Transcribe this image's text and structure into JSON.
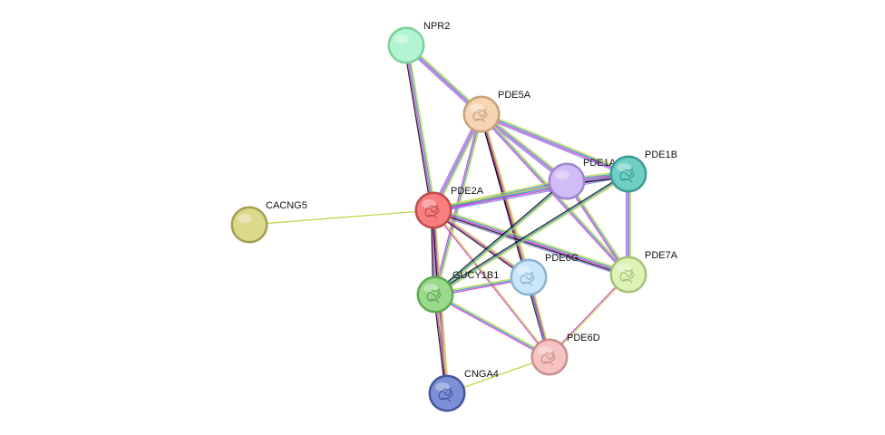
{
  "graph": {
    "nodes": [
      {
        "id": "NPR2",
        "label": "NPR2",
        "color": "#b3f5d2",
        "stroke": "#7fcf9f",
        "structure": false
      },
      {
        "id": "PDE5A",
        "label": "PDE5A",
        "color": "#f6d6b2",
        "stroke": "#c8a07a",
        "structure": true
      },
      {
        "id": "PDE1A",
        "label": "PDE1A",
        "color": "#d2bcf5",
        "stroke": "#9e86cf",
        "structure": false
      },
      {
        "id": "PDE1B",
        "label": "PDE1B",
        "color": "#6fcfc4",
        "stroke": "#3a9c91",
        "structure": true
      },
      {
        "id": "CACNG5",
        "label": "CACNG5",
        "color": "#dcd98c",
        "stroke": "#a39e52",
        "structure": false
      },
      {
        "id": "PDE2A",
        "label": "PDE2A",
        "color": "#f77f7f",
        "stroke": "#c24a4a",
        "structure": true
      },
      {
        "id": "PDE6G",
        "label": "PDE6G",
        "color": "#c8e7fa",
        "stroke": "#8ab3cf",
        "structure": true
      },
      {
        "id": "PDE7A",
        "label": "PDE7A",
        "color": "#dcf3b5",
        "stroke": "#a6c07a",
        "structure": true
      },
      {
        "id": "GUCY1B1",
        "label": "GUCY1B1",
        "color": "#9ad98c",
        "stroke": "#5ea852",
        "structure": true
      },
      {
        "id": "PDE6D",
        "label": "PDE6D",
        "color": "#f6c2c2",
        "stroke": "#c98e8e",
        "structure": true
      },
      {
        "id": "CNGA4",
        "label": "CNGA4",
        "color": "#7d8fd6",
        "stroke": "#46569e",
        "structure": true
      }
    ],
    "edges": [
      {
        "source": "CACNG5",
        "target": "PDE2A",
        "colors": [
          "#b5d334"
        ]
      },
      {
        "source": "NPR2",
        "target": "PDE5A",
        "colors": [
          "#c4d84a",
          "#3b9cb9",
          "#d43bd4",
          "#8a8ae8"
        ]
      },
      {
        "source": "NPR2",
        "target": "PDE2A",
        "colors": [
          "#c4d84a",
          "#3b9cb9",
          "#d43bd4",
          "#111111"
        ]
      },
      {
        "source": "PDE5A",
        "target": "PDE2A",
        "colors": [
          "#c4d84a",
          "#3b9cb9",
          "#d43bd4",
          "#8a8ae8"
        ]
      },
      {
        "source": "PDE5A",
        "target": "PDE1A",
        "colors": [
          "#c4d84a",
          "#3b9cb9",
          "#d43bd4",
          "#8a8ae8"
        ]
      },
      {
        "source": "PDE5A",
        "target": "PDE1B",
        "colors": [
          "#c4d84a",
          "#3b9cb9",
          "#d43bd4",
          "#8a8ae8"
        ]
      },
      {
        "source": "PDE5A",
        "target": "PDE6G",
        "colors": [
          "#c4d84a",
          "#d43bd4",
          "#111111"
        ]
      },
      {
        "source": "PDE5A",
        "target": "PDE6D",
        "colors": [
          "#c4d84a",
          "#d43bd4",
          "#111111"
        ]
      },
      {
        "source": "PDE5A",
        "target": "GUCY1B1",
        "colors": [
          "#c4d84a",
          "#3b9cb9",
          "#d43bd4"
        ]
      },
      {
        "source": "PDE5A",
        "target": "PDE7A",
        "colors": [
          "#c4d84a",
          "#3b9cb9",
          "#d43bd4"
        ]
      },
      {
        "source": "PDE2A",
        "target": "PDE1A",
        "colors": [
          "#c4d84a",
          "#3b9cb9",
          "#d43bd4",
          "#8a8ae8"
        ]
      },
      {
        "source": "PDE2A",
        "target": "PDE1B",
        "colors": [
          "#c4d84a",
          "#3b9cb9",
          "#d43bd4",
          "#8a8ae8"
        ]
      },
      {
        "source": "PDE2A",
        "target": "PDE7A",
        "colors": [
          "#c4d84a",
          "#3b9cb9",
          "#d43bd4",
          "#111111",
          "#8a8ae8"
        ]
      },
      {
        "source": "PDE2A",
        "target": "PDE6G",
        "colors": [
          "#c4d84a",
          "#d43bd4",
          "#111111"
        ]
      },
      {
        "source": "PDE2A",
        "target": "GUCY1B1",
        "colors": [
          "#c4d84a",
          "#3b9cb9",
          "#d43bd4",
          "#111111"
        ]
      },
      {
        "source": "PDE2A",
        "target": "PDE6D",
        "colors": [
          "#c4d84a",
          "#d43bd4"
        ]
      },
      {
        "source": "PDE2A",
        "target": "CNGA4",
        "colors": [
          "#c4d84a",
          "#d43bd4",
          "#111111"
        ]
      },
      {
        "source": "PDE1A",
        "target": "PDE1B",
        "colors": [
          "#c4d84a",
          "#3b9cb9",
          "#d43bd4",
          "#8a8ae8",
          "#111111"
        ]
      },
      {
        "source": "PDE1A",
        "target": "PDE7A",
        "colors": [
          "#c4d84a",
          "#3b9cb9",
          "#d43bd4"
        ]
      },
      {
        "source": "PDE1A",
        "target": "GUCY1B1",
        "colors": [
          "#c4d84a",
          "#3b9cb9",
          "#111111"
        ]
      },
      {
        "source": "PDE1B",
        "target": "PDE7A",
        "colors": [
          "#c4d84a",
          "#3b9cb9",
          "#d43bd4",
          "#8a8ae8"
        ]
      },
      {
        "source": "PDE1B",
        "target": "GUCY1B1",
        "colors": [
          "#c4d84a",
          "#3b9cb9",
          "#111111"
        ]
      },
      {
        "source": "GUCY1B1",
        "target": "PDE6G",
        "colors": [
          "#c4d84a",
          "#3b9cb9",
          "#d43bd4"
        ]
      },
      {
        "source": "GUCY1B1",
        "target": "PDE6D",
        "colors": [
          "#c4d84a",
          "#3b9cb9",
          "#d43bd4"
        ]
      },
      {
        "source": "GUCY1B1",
        "target": "CNGA4",
        "colors": [
          "#c4d84a",
          "#d43bd4",
          "#111111"
        ]
      },
      {
        "source": "PDE6G",
        "target": "PDE6D",
        "colors": [
          "#c4d84a",
          "#d43bd4",
          "#3b9cb9"
        ]
      },
      {
        "source": "PDE7A",
        "target": "PDE6D",
        "colors": [
          "#c4d84a",
          "#d43bd4"
        ]
      },
      {
        "source": "CNGA4",
        "target": "PDE6D",
        "colors": [
          "#b5d334"
        ]
      }
    ]
  }
}
